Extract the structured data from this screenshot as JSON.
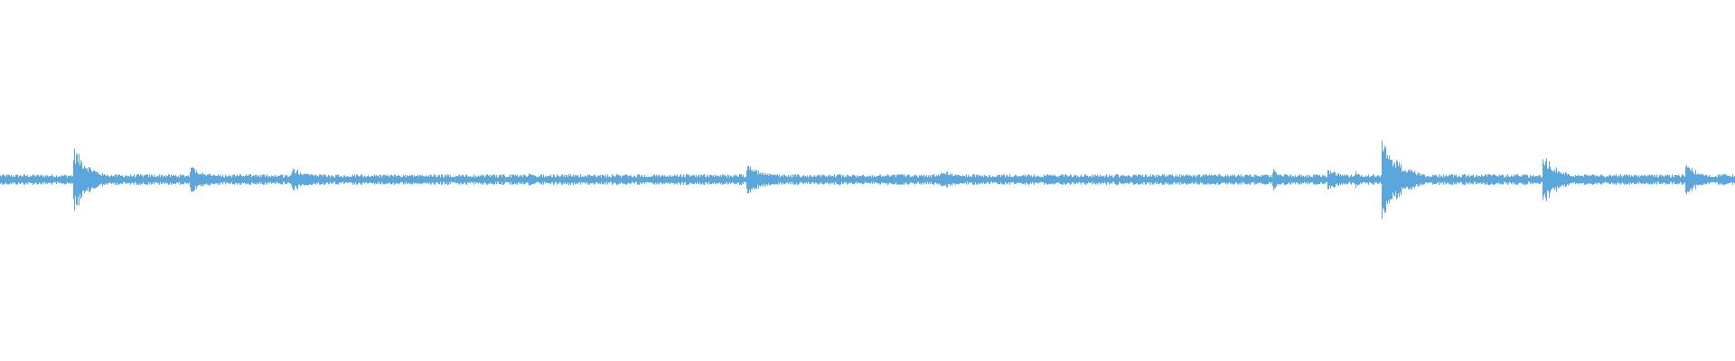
{
  "waveform": {
    "color": "#5aa7dd",
    "background": "#ffffff",
    "baseline_amplitude": 0.012,
    "noise_amplitude": 0.018,
    "peaks": [
      {
        "t": 0.043,
        "amp": 0.18,
        "decay": 0.01
      },
      {
        "t": 0.11,
        "amp": 0.08,
        "decay": 0.012
      },
      {
        "t": 0.137,
        "amp": 0.03,
        "decay": 0.006
      },
      {
        "t": 0.169,
        "amp": 0.07,
        "decay": 0.014
      },
      {
        "t": 0.288,
        "amp": 0.02,
        "decay": 0.006
      },
      {
        "t": 0.305,
        "amp": 0.04,
        "decay": 0.008
      },
      {
        "t": 0.341,
        "amp": 0.02,
        "decay": 0.008
      },
      {
        "t": 0.431,
        "amp": 0.09,
        "decay": 0.012
      },
      {
        "t": 0.511,
        "amp": 0.03,
        "decay": 0.01
      },
      {
        "t": 0.543,
        "amp": 0.06,
        "decay": 0.01
      },
      {
        "t": 0.593,
        "amp": 0.02,
        "decay": 0.006
      },
      {
        "t": 0.604,
        "amp": 0.03,
        "decay": 0.008
      },
      {
        "t": 0.655,
        "amp": 0.02,
        "decay": 0.01
      },
      {
        "t": 0.734,
        "amp": 0.06,
        "decay": 0.006
      },
      {
        "t": 0.766,
        "amp": 0.06,
        "decay": 0.01
      },
      {
        "t": 0.782,
        "amp": 0.05,
        "decay": 0.004
      },
      {
        "t": 0.797,
        "amp": 0.22,
        "decay": 0.012
      },
      {
        "t": 0.858,
        "amp": 0.04,
        "decay": 0.008
      },
      {
        "t": 0.89,
        "amp": 0.14,
        "decay": 0.01
      },
      {
        "t": 0.972,
        "amp": 0.1,
        "decay": 0.008
      },
      {
        "t": 0.993,
        "amp": 0.04,
        "decay": 0.006
      }
    ]
  }
}
